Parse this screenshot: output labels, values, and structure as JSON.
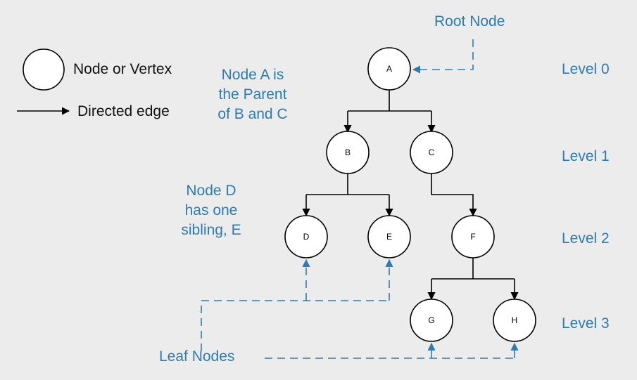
{
  "colors": {
    "annotation": "#2e7bb0",
    "line": "#000000",
    "background": "#ececec",
    "node_fill": "#ffffff"
  },
  "legend": {
    "node_label": "Node or Vertex",
    "edge_label": "Directed edge"
  },
  "nodes": {
    "A": "A",
    "B": "B",
    "C": "C",
    "D": "D",
    "E": "E",
    "F": "F",
    "G": "G",
    "H": "H"
  },
  "annotations": {
    "root": "Root Node",
    "parent": [
      "Node A is",
      "the Parent",
      "of B and C"
    ],
    "sibling": [
      "Node D",
      "has one",
      "sibling, E"
    ],
    "leaf": "Leaf Nodes"
  },
  "levels": [
    "Level 0",
    "Level 1",
    "Level 2",
    "Level 3"
  ]
}
